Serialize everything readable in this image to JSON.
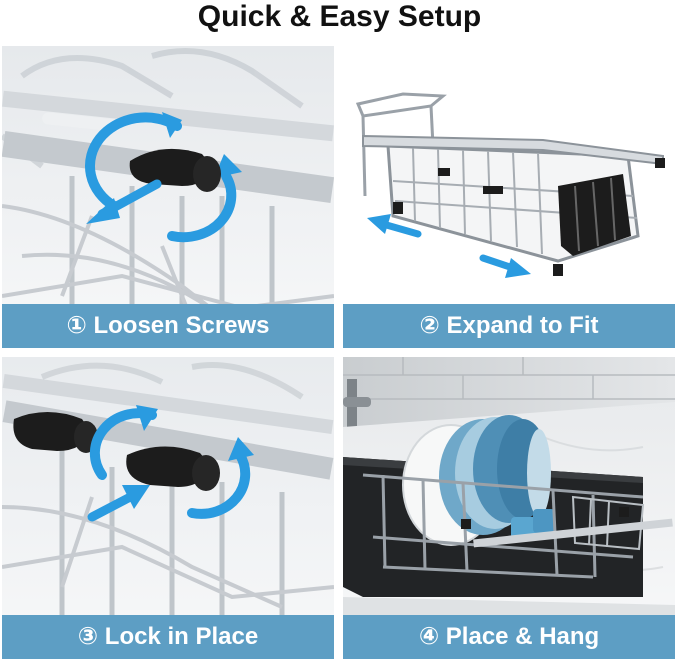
{
  "header": {
    "title": "Quick & Easy Setup"
  },
  "steps": [
    {
      "label": "① Loosen Screws"
    },
    {
      "label": "② Expand to Fit"
    },
    {
      "label": "③ Lock in Place"
    },
    {
      "label": "④ Place & Hang"
    }
  ],
  "colors": {
    "banner": "#5d9ec4",
    "arrow": "#2a9be0",
    "knob": "#1c1c1c",
    "steel": "#b8bec4"
  }
}
